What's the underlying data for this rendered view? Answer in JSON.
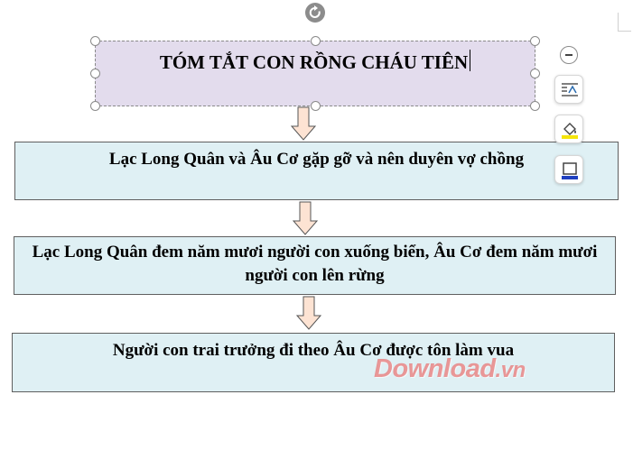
{
  "title_box": {
    "text": "TÓM TẮT CON RỒNG CHÁU TIÊN"
  },
  "flow_boxes": [
    {
      "text": "Lạc Long Quân và Âu Cơ gặp gỡ và nên duyên vợ chồng"
    },
    {
      "text": "Lạc Long Quân đem năm mươi người con xuống biển, Âu Cơ đem năm mươi người con lên rừng"
    },
    {
      "text": "Người con trai trưởng đi theo Âu Cơ được tôn làm vua"
    }
  ],
  "side_toolbar": {
    "icons": [
      "collapse-minus-icon",
      "layout-options-icon",
      "shape-fill-icon",
      "shape-outline-icon"
    ]
  },
  "watermark": {
    "text": "Download",
    "suffix": ".vn"
  },
  "colors": {
    "title_fill": "#e3dced",
    "box_fill": "#dff0f4",
    "arrow_fill": "#fde3d3",
    "watermark": "#e57676"
  }
}
